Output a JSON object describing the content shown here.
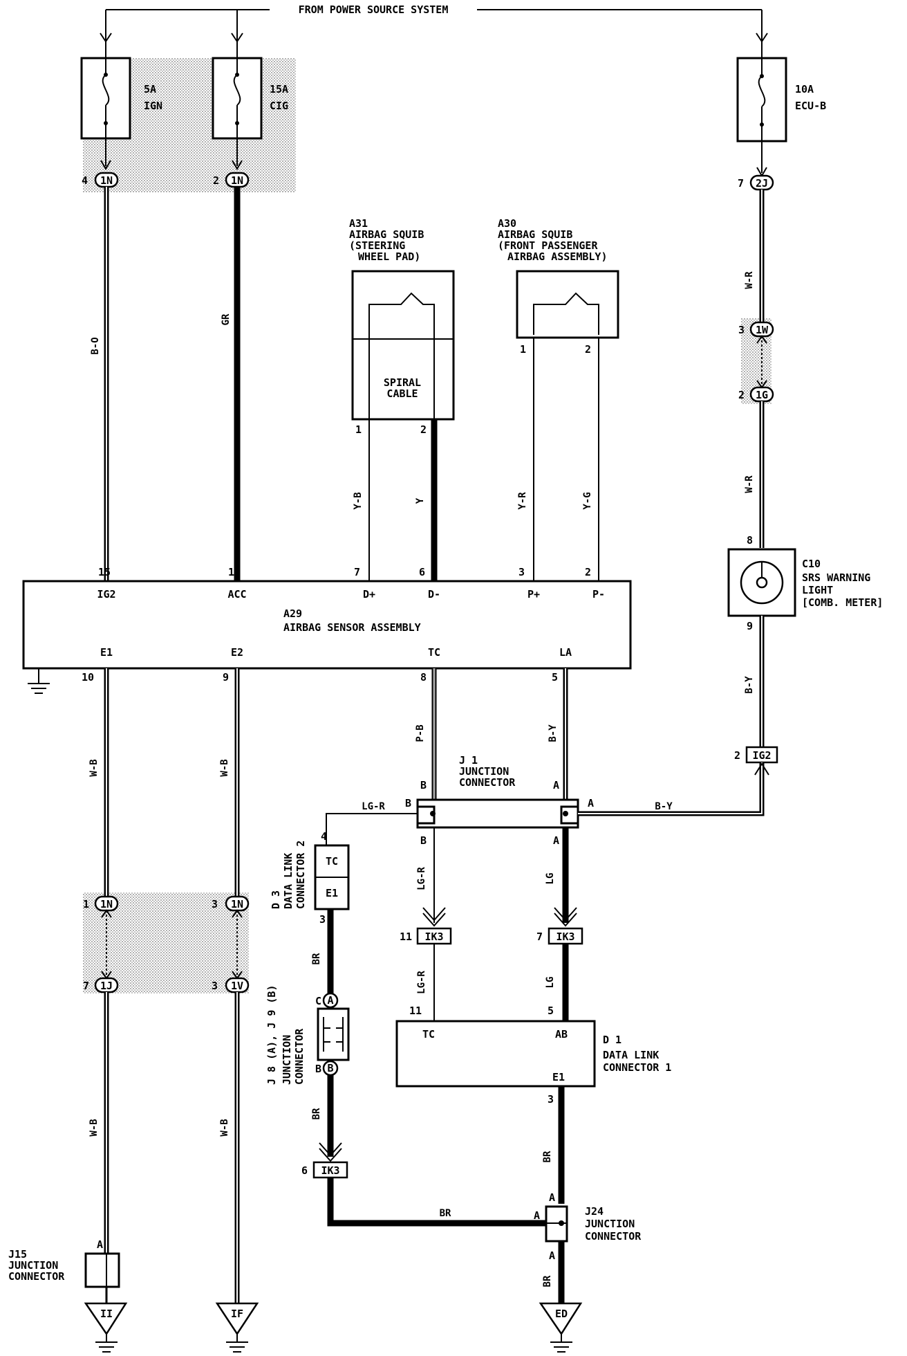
{
  "header": {
    "title": "FROM POWER SOURCE SYSTEM"
  },
  "fuses": [
    {
      "amp": "5A",
      "name": "IGN",
      "pin": "4",
      "conn": "1N"
    },
    {
      "amp": "15A",
      "name": "CIG",
      "pin": "2",
      "conn": "1N"
    },
    {
      "amp": "10A",
      "name": "ECU-B",
      "pin": "7",
      "conn": "2J"
    }
  ],
  "sensor": {
    "id": "A29",
    "name": "AIRBAG SENSOR ASSEMBLY",
    "top_terms": [
      {
        "pin": "15",
        "name": "IG2"
      },
      {
        "pin": "16",
        "name": "ACC"
      },
      {
        "pin": "7",
        "name": "D+"
      },
      {
        "pin": "6",
        "name": "D-"
      },
      {
        "pin": "3",
        "name": "P+"
      },
      {
        "pin": "2",
        "name": "P-"
      }
    ],
    "bottom_terms": [
      {
        "pin": "10",
        "name": "E1"
      },
      {
        "pin": "9",
        "name": "E2"
      },
      {
        "pin": "8",
        "name": "TC"
      },
      {
        "pin": "5",
        "name": "LA"
      }
    ]
  },
  "squib_a31": {
    "id": "A31",
    "line1": "AIRBAG SQUIB",
    "line2": "(STEERING",
    "line3": "WHEEL PAD)",
    "cable1": "SPIRAL",
    "cable2": "CABLE",
    "pin1": "1",
    "pin2": "2"
  },
  "squib_a30": {
    "id": "A30",
    "line1": "AIRBAG SQUIB",
    "line2": "(FRONT PASSENGER",
    "line3": "AIRBAG ASSEMBLY)",
    "pin1": "1",
    "pin2": "2"
  },
  "warning_light": {
    "id": "C10",
    "line1": "SRS WARNING",
    "line2": "LIGHT",
    "line3": "[COMB. METER]",
    "pin_top": "8",
    "pin_bottom": "9"
  },
  "j1": {
    "id": "J 1",
    "line1": "JUNCTION",
    "line2": "CONNECTOR",
    "term_b": "B",
    "term_a": "A"
  },
  "d3": {
    "id": "D 3",
    "line1": "DATA LINK",
    "line2": "CONNECTOR 2",
    "tc": "TC",
    "e1": "E1",
    "pin_top": "4",
    "pin_bottom": "3"
  },
  "j8j9": {
    "title": "J 8 (A), J 9 (B)",
    "line1": "JUNCTION",
    "line2": "CONNECTOR",
    "a": "A",
    "b": "B",
    "c": "C",
    "bb": "B"
  },
  "d1": {
    "id": "D 1",
    "line1": "DATA LINK",
    "line2": "CONNECTOR 1",
    "tc": "TC",
    "ab": "AB",
    "e1": "E1",
    "pin_tc": "11",
    "pin_ab": "5",
    "pin_e1": "3"
  },
  "j24": {
    "id": "J24",
    "line1": "JUNCTION",
    "line2": "CONNECTOR",
    "a": "A"
  },
  "j15": {
    "id": "J15",
    "line1": "JUNCTION",
    "line2": "CONNECTOR",
    "a": "A"
  },
  "connectors": {
    "ik3": "IK3",
    "ig2": "IG2",
    "c1n": "1N",
    "c1j": "1J",
    "c1v": "1V",
    "c1w": "1W",
    "c1g": "1G",
    "p1": "1",
    "p3": "3",
    "p7": "7",
    "p11": "11",
    "p6": "6",
    "p2": "2"
  },
  "grounds": [
    "II",
    "IF",
    "ED"
  ],
  "wire_colors": {
    "b_o": "B-O",
    "gr": "GR",
    "w_r": "W-R",
    "y_b": "Y-B",
    "y": "Y",
    "y_r": "Y-R",
    "y_g": "Y-G",
    "b_y": "B-Y",
    "w_b": "W-B",
    "p_b": "P-B",
    "lg_r": "LG-R",
    "lg": "LG",
    "br": "BR"
  }
}
